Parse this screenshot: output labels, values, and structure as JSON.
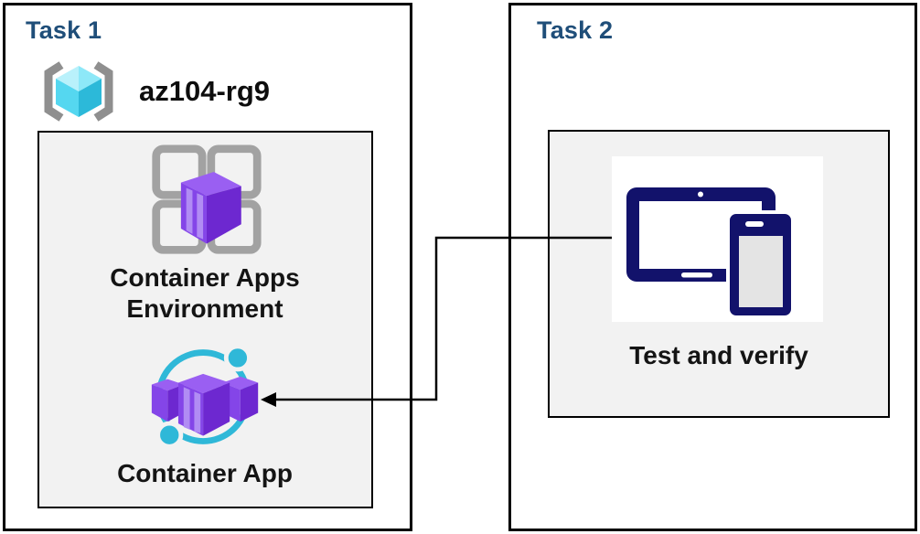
{
  "task1": {
    "title": "Task 1",
    "resource_group_name": "az104-rg9",
    "environment_label": "Container Apps Environment",
    "container_app_label": "Container App"
  },
  "task2": {
    "title": "Task 2",
    "test_verify_label": "Test and verify"
  },
  "connector": {
    "from": "test-and-verify-devices",
    "to": "container-app",
    "style": "elbow-arrow"
  },
  "colors": {
    "title_navy": "#1F4E79",
    "panel_border": "#000000",
    "groupbox_bg": "#f2f2f2",
    "label_text": "#141414",
    "device_navy": "#12126b",
    "cyan": "#2fb8d8",
    "purple_dark": "#6d28d0",
    "purple_mid": "#8445e8",
    "purple_light": "#9a5ff2",
    "purple_stripe": "#b18cf4",
    "frame_gray": "#a2a2a2",
    "bracket_gray": "#8f8f8f",
    "cube_top_light": "#b9f1fb",
    "cube_top": "#8de8f8",
    "cube_left": "#55d7f0",
    "cube_right": "#2cb9d9",
    "connector_line": "#000000"
  }
}
